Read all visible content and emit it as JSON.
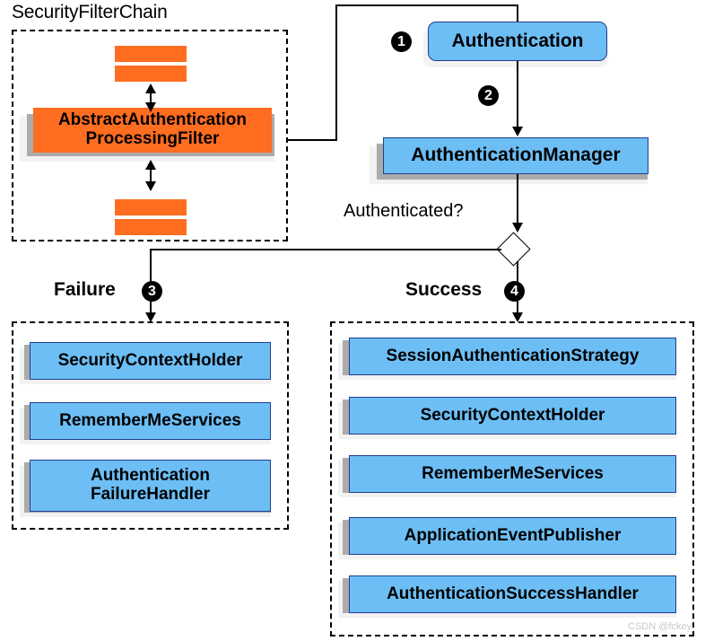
{
  "diagram": {
    "title": "SecurityFilterChain",
    "watermark": "CSDN @fckey",
    "colors": {
      "node_fill": "#6CBEF5",
      "node_border": "#1F3F8F",
      "filter_fill": "#FF6D21",
      "shadow": "#ABABAB",
      "line": "#000000",
      "background": "#FFFFFF"
    }
  },
  "filter_chain": {
    "label": "SecurityFilterChain",
    "top_bars": [
      "",
      ""
    ],
    "main_filter": "AbstractAuthentication\nProcessingFilter",
    "main_filter_line1": "AbstractAuthentication",
    "main_filter_line2": "ProcessingFilter",
    "bottom_bars": [
      "",
      ""
    ]
  },
  "flow": {
    "authentication": "Authentication",
    "authentication_manager": "AuthenticationManager",
    "decision_label": "Authenticated?",
    "steps": {
      "step1": "❶",
      "step2": "❷",
      "step3": "❸",
      "step4": "❹"
    },
    "step_numbers": {
      "one": "1",
      "two": "2",
      "three": "3",
      "four": "4"
    }
  },
  "branches": {
    "failure": {
      "label": "Failure",
      "badge": "3",
      "items": [
        "SecurityContextHolder",
        "RememberMeServices",
        "Authentication\nFailureHandler"
      ],
      "items_display": [
        {
          "line1": "SecurityContextHolder",
          "line2": ""
        },
        {
          "line1": "RememberMeServices",
          "line2": ""
        },
        {
          "line1": "Authentication",
          "line2": "FailureHandler"
        }
      ]
    },
    "success": {
      "label": "Success",
      "badge": "4",
      "items": [
        "SessionAuthenticationStrategy",
        "SecurityContextHolder",
        "RememberMeServices",
        "ApplicationEventPublisher",
        "AuthenticationSuccessHandler"
      ],
      "items_display": [
        {
          "line1": "SessionAuthenticationStrategy",
          "line2": ""
        },
        {
          "line1": "SecurityContextHolder",
          "line2": ""
        },
        {
          "line1": "RememberMeServices",
          "line2": ""
        },
        {
          "line1": "ApplicationEventPublisher",
          "line2": ""
        },
        {
          "line1": "AuthenticationSuccessHandler",
          "line2": ""
        }
      ]
    }
  }
}
